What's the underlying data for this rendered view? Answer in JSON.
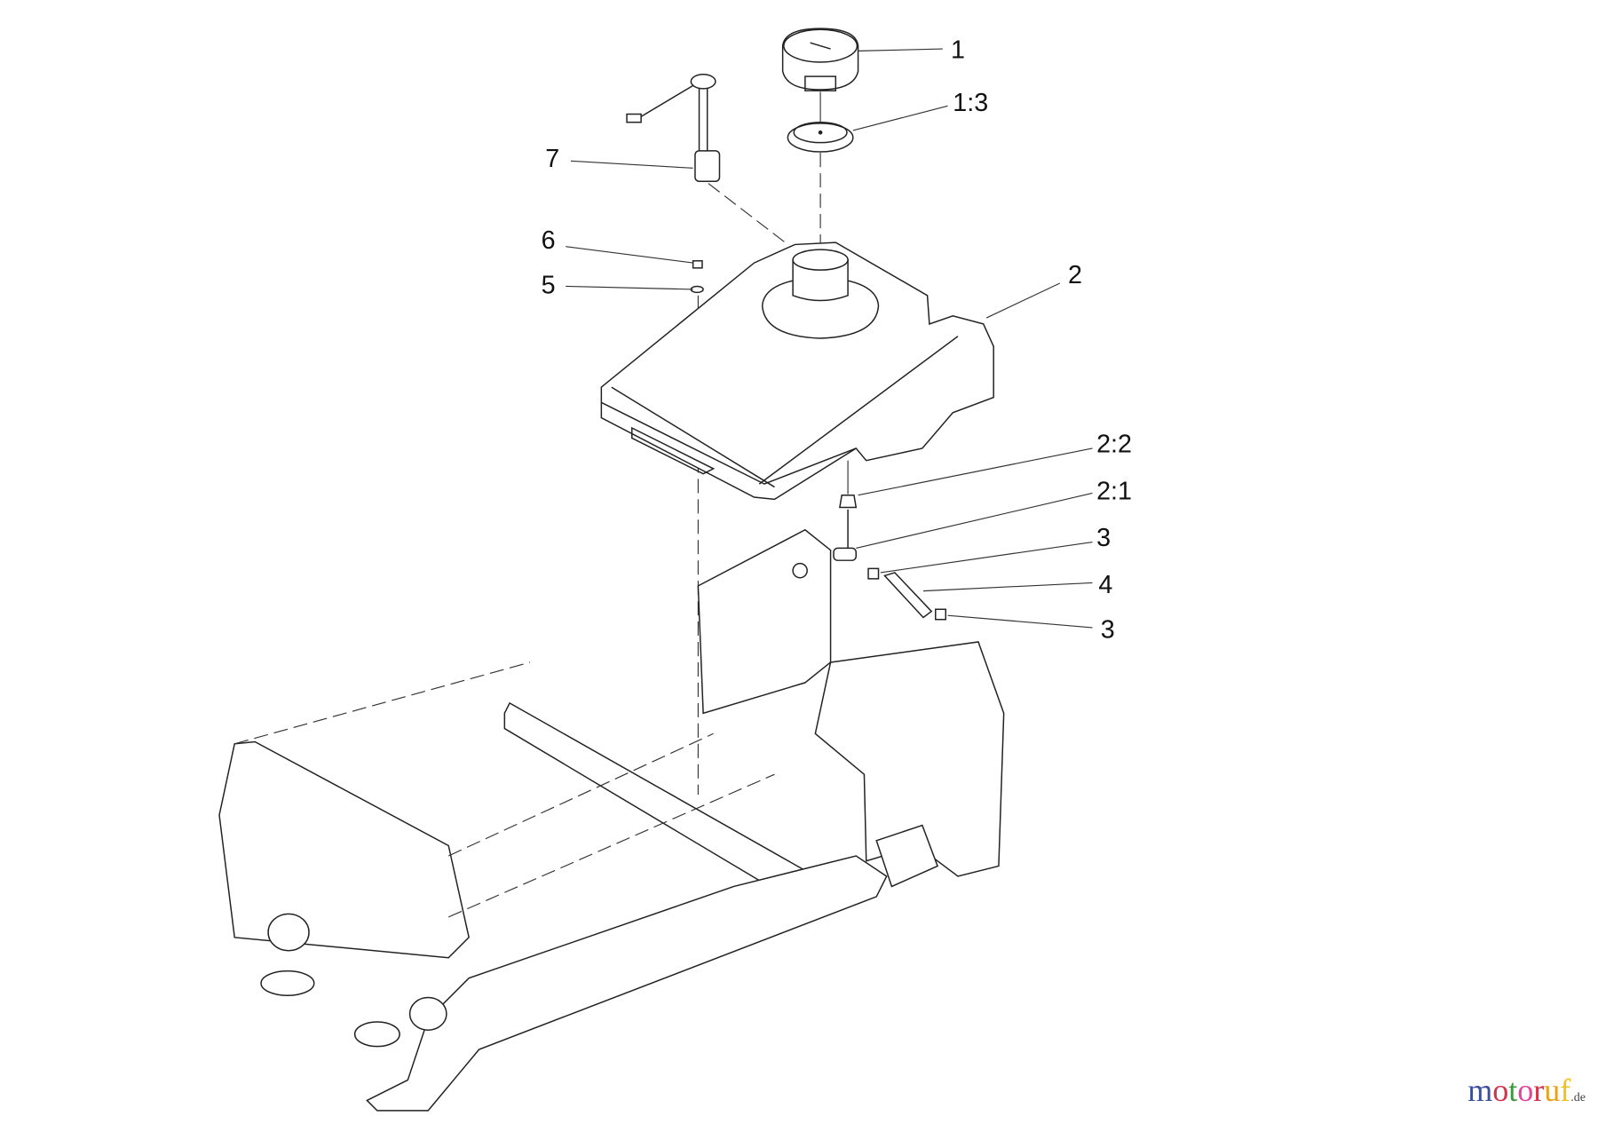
{
  "callouts": [
    {
      "id": "1",
      "label": "1"
    },
    {
      "id": "1-3",
      "label": "1:3"
    },
    {
      "id": "7",
      "label": "7"
    },
    {
      "id": "6",
      "label": "6"
    },
    {
      "id": "5",
      "label": "5"
    },
    {
      "id": "2",
      "label": "2"
    },
    {
      "id": "2-2",
      "label": "2:2"
    },
    {
      "id": "2-1",
      "label": "2:1"
    },
    {
      "id": "3a",
      "label": "3"
    },
    {
      "id": "4",
      "label": "4"
    },
    {
      "id": "3b",
      "label": "3"
    }
  ],
  "watermark": {
    "text": "motoruf",
    "suffix": ".de",
    "letter_colors": [
      "#3b4f9c",
      "#d2334a",
      "#3c9a3c",
      "#e0469a",
      "#d2334a",
      "#e8a21a",
      "#f0c21a"
    ]
  }
}
